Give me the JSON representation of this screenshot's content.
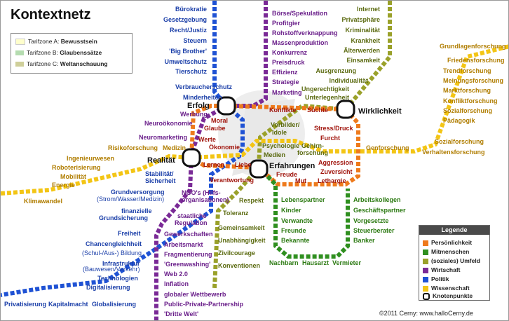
{
  "title": "Kontextnetz",
  "tarifzonen": [
    {
      "prefix": "Tarifzone A:",
      "name": "Bewusstsein",
      "color": "#ffffcc"
    },
    {
      "prefix": "Tarifzone B:",
      "name": "Glaubenssätze",
      "color": "#b5dcb0"
    },
    {
      "prefix": "Tarifzone C:",
      "name": "Weltanschauung",
      "color": "#cfcf9a"
    }
  ],
  "legend": {
    "title": "Legende",
    "items": [
      {
        "label": "Persönlichkeit",
        "color": "#ee7a1c"
      },
      {
        "label": "Mitmenschen",
        "color": "#2f8f1f"
      },
      {
        "label": "(soziales) Umfeld",
        "color": "#9aa12a"
      },
      {
        "label": "Wirtschaft",
        "color": "#7a2a96"
      },
      {
        "label": "Politik",
        "color": "#1f52d4"
      },
      {
        "label": "Wissenschaft",
        "color": "#f3c515"
      }
    ],
    "knot_label": "Knotenpunkte"
  },
  "hubs": [
    "Erfolg",
    "Wirklichkeit",
    "Realität",
    "Erfahrungen"
  ],
  "politik_top": [
    "Bürokratie",
    "Gesetzgebung",
    "Recht/Justiz",
    "Steuern",
    "'Big Brother'",
    "Umweltschutz",
    "Tierschutz",
    "Verbraucherschutz",
    "Minderheiten"
  ],
  "wirtschaft_top": [
    "Börse/Spekulation",
    "Profitgier",
    "Rohstoffverknappung",
    "Massenproduktion",
    "Konkurrenz",
    "Preisdruck",
    "Effizienz",
    "Strategie",
    "Marketing"
  ],
  "umfeld_top": [
    "Internet",
    "Privatsphäre",
    "Kriminalität",
    "Krankheit",
    "Älterwerden",
    "Einsamkeit",
    "Ausgrenzung",
    "Individualität",
    "Ungerechtigkeit",
    "Unterlegenheit"
  ],
  "wissenschaft_right": [
    "Grundlagenforschung",
    "Friedensforschung",
    "Trendforschung",
    "Meinungsforschung",
    "Marktforschung",
    "Konfliktforschung",
    "Sozialforschung",
    "Pädagogik",
    "Sozialforschung",
    "Verhaltensforschung"
  ],
  "genforschung": "Genforschung",
  "center_red": [
    "Konflikte",
    "Süchte",
    "Werbung",
    "Neuroökonomie",
    "Moral",
    "Glaube",
    "Vorbilder/",
    "Idole",
    "Stress/Druck",
    "Furcht",
    "Psychologie",
    "Gehirn-",
    "forschung",
    "Werte",
    "Ökonomie",
    "Medien",
    "Neuromarketing",
    "Lernen",
    "Liebe",
    "Aggression",
    "Zuversicht",
    "Freude",
    "Mut",
    "Lethargie",
    "Verantwortung"
  ],
  "left_yellow": [
    "Risikoforschung",
    "Medizin",
    "Ingenieurwesen",
    "Roboterisierung",
    "Mobilität",
    "Energie",
    "Klimawandel"
  ],
  "politik_left": [
    "Stabilität/",
    "Sicherheit",
    "Grundversorgung",
    "(Strom/Wasser/Medizin)",
    "finanzielle",
    "Grundsicherung",
    "Freiheit",
    "Chancengleichheit",
    "(Schul-/Aus-) Bildung",
    "Infrastruktur",
    "(Bauwesen/Verkehr)",
    "Technologien",
    "Digitalisierung"
  ],
  "politik_bottom": [
    "Privatisierung",
    "Kapitalmacht",
    "Globalisierung"
  ],
  "wirtschaft_bottom": [
    "NGO's (Hilfs-",
    "organisationen)",
    "staatliche",
    "Regulation",
    "Gewerkschaften",
    "Arbeitsmarkt",
    "Fragmentierung",
    "'Greenwashing'",
    "Web 2.0",
    "Inflation",
    "globaler Wettbewerb",
    "Public-Private-Partnership",
    "'Dritte Welt'"
  ],
  "umfeld_bottom": [
    "Respekt",
    "Toleranz",
    "Gemeinsamkeit",
    "Unabhängigkeit",
    "Zivilcourage",
    "Konventionen"
  ],
  "mitmenschen": [
    "Lebenspartner",
    "Kinder",
    "Verwandte",
    "Freunde",
    "Bekannte",
    "Nachbarn",
    "Hausarzt",
    "Vermieter",
    "Arbeitskollegen",
    "Geschäftspartner",
    "Vorgesetzte",
    "Steuerberater",
    "Banker"
  ],
  "copyright": "©2011 Cerny: www.halloCerny.de"
}
